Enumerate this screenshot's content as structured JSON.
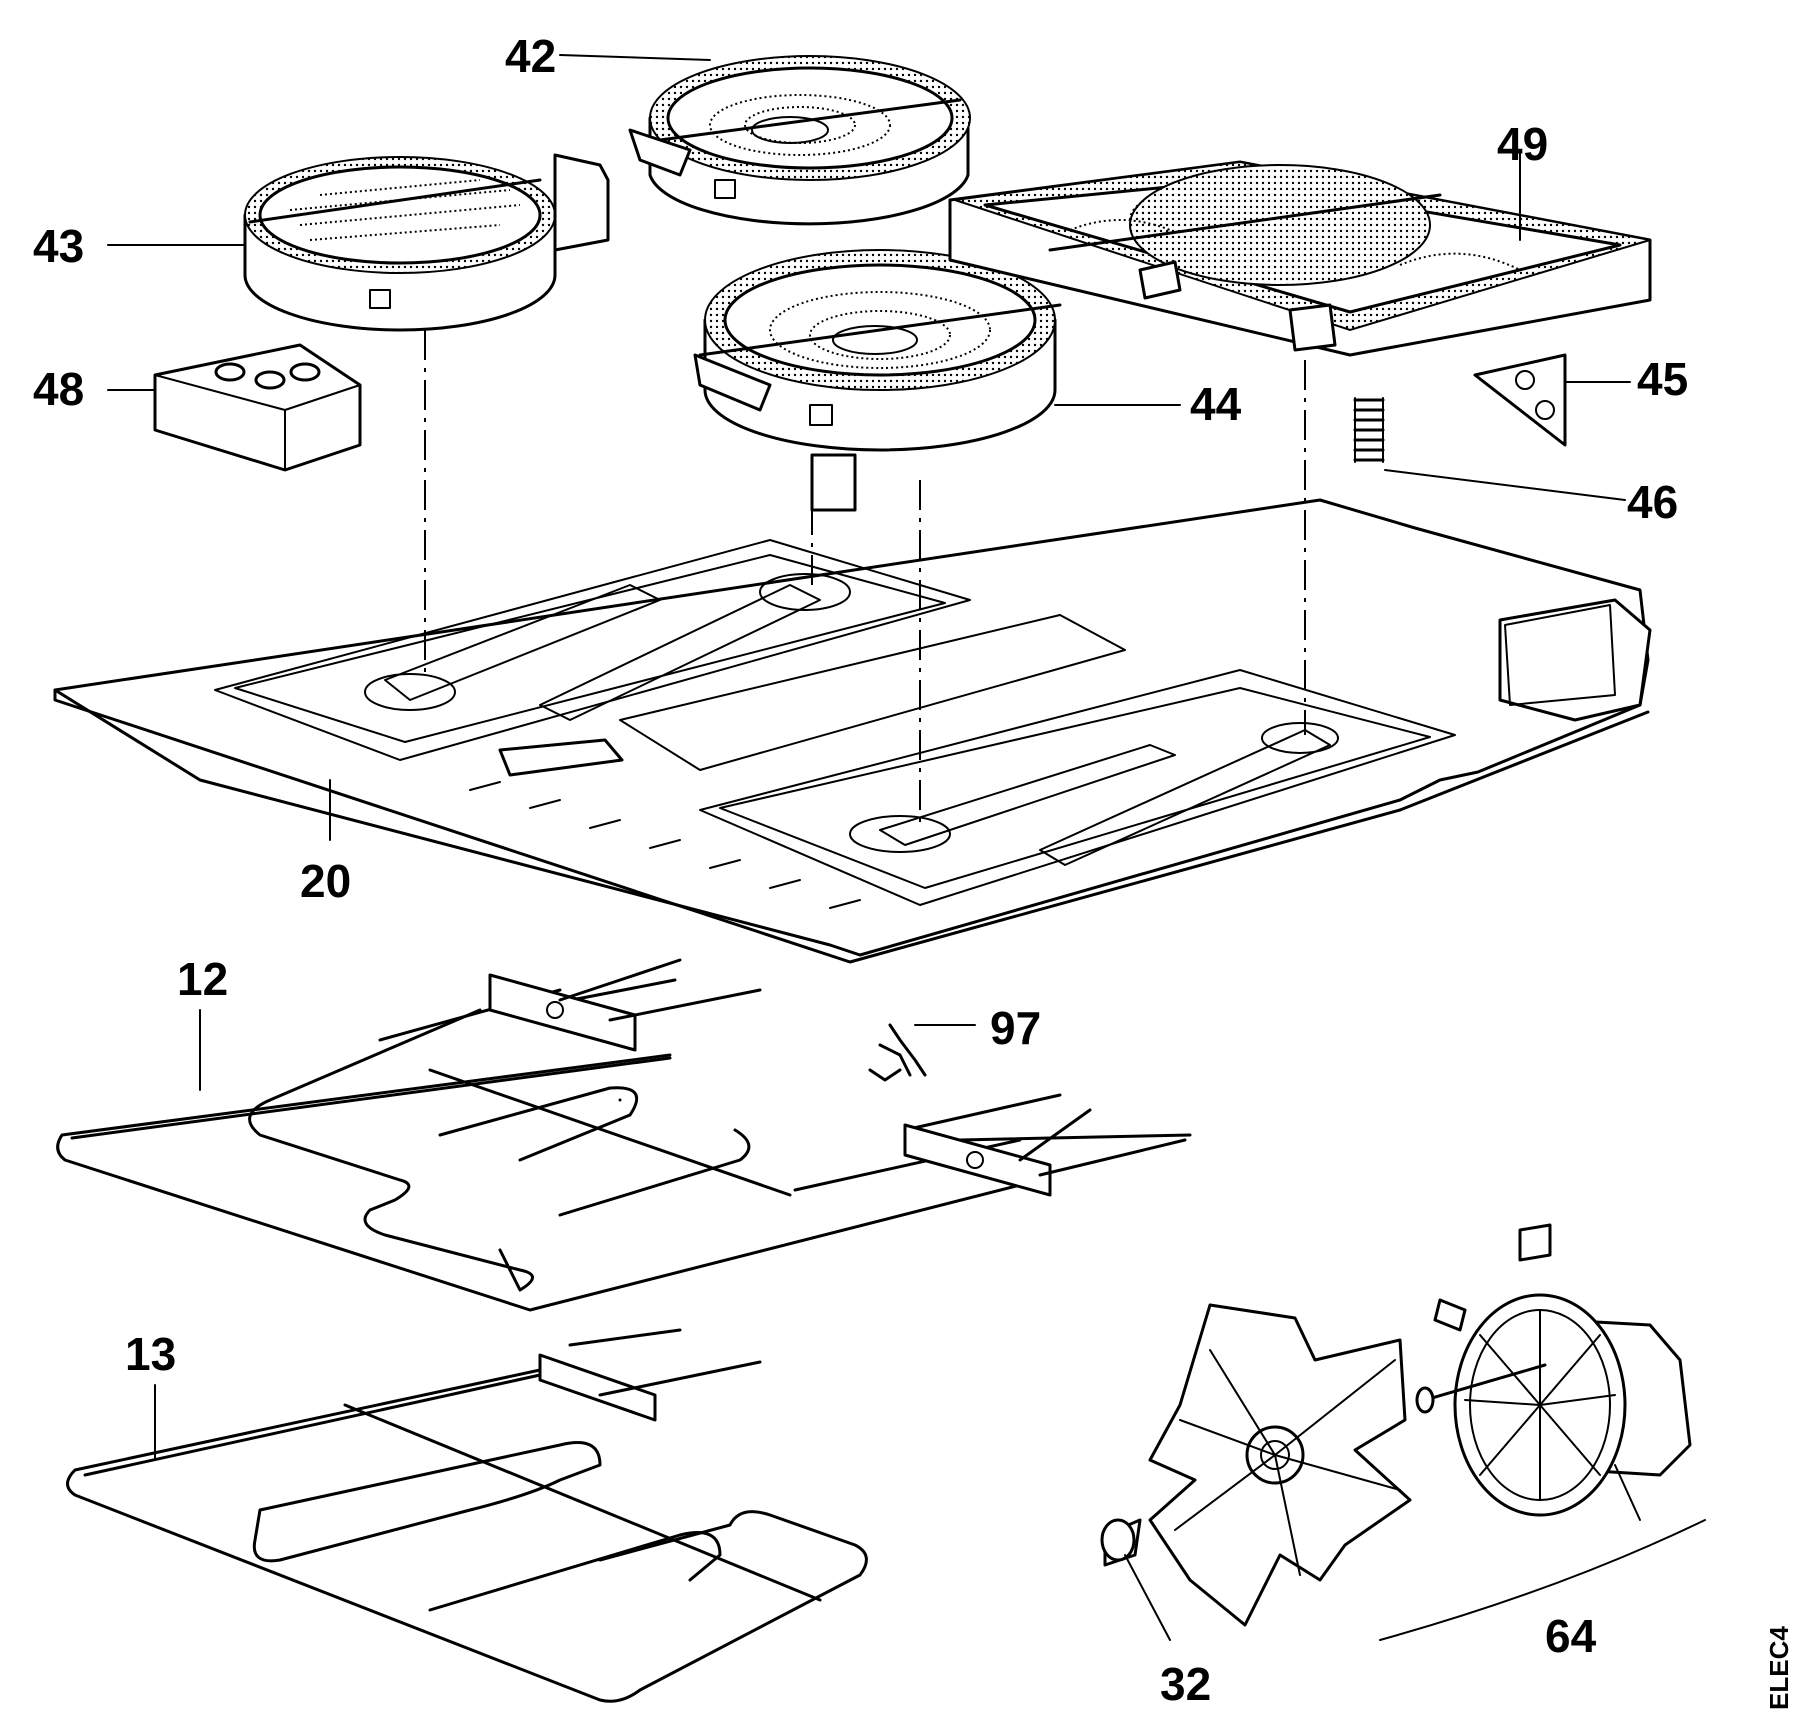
{
  "diagram": {
    "part_labels": {
      "p42": "42",
      "p43": "43",
      "p48": "48",
      "p44": "44",
      "p49": "49",
      "p45": "45",
      "p46": "46",
      "p20": "20",
      "p12": "12",
      "p97": "97",
      "p13": "13",
      "p32": "32",
      "p64": "64"
    },
    "drawing_code": "ELEC4"
  }
}
